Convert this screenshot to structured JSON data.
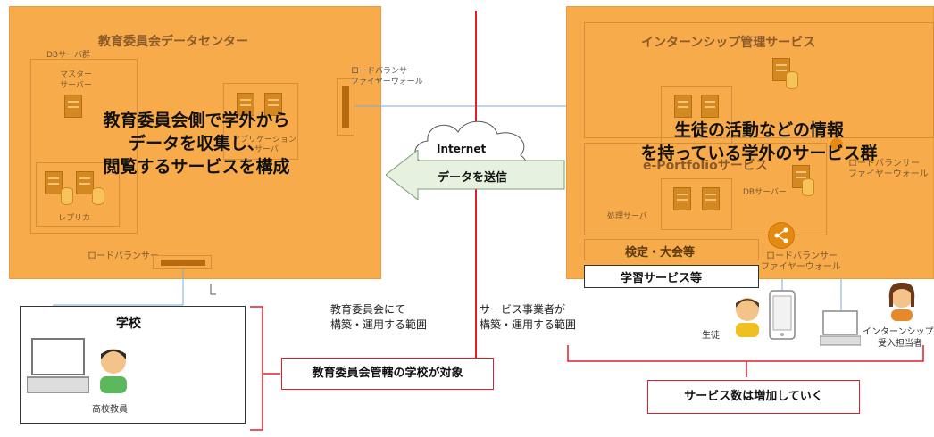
{
  "left_center": {
    "title": "教育委員会データセンター",
    "db_group": "DBサーバ群",
    "master_line1": "マスター",
    "master_line2": "サーバー",
    "replica": "レプリカ",
    "app_line1": "アプリケーション",
    "app_line2": "サーバ",
    "lb": "ロードバランサー",
    "overlay_line1": "教育委員会側で学外から",
    "overlay_line2": "データを収集し、",
    "overlay_line3": "閲覧するサービスを構成"
  },
  "gateway": {
    "line1": "ロードバランサー",
    "line2": "ファイヤーウォール"
  },
  "internet": {
    "label": "Internet",
    "arrow_text": "データを送信"
  },
  "right_services": {
    "title": "インターンシップ管理サービス",
    "eportfolio": "e-Portfolioサービス",
    "db_server": "DBサーバー",
    "proc_server": "処理サーバ",
    "lb_fw_line1": "ロードバランサー",
    "lb_fw_line2": "ファイヤーウォール",
    "lb_fw2_line1": "ロードバランサー",
    "lb_fw2_line2": "ファイヤーウォール",
    "exam": "検定・大会等",
    "study": "学習サービス等",
    "overlay_line1": "生徒の活動などの情報",
    "overlay_line2": "を持っている学外のサービス群"
  },
  "scope": {
    "board_line1": "教育委員会にて",
    "board_line2": "構築・運用する範囲",
    "vendor_line1": "サービス事業者が",
    "vendor_line2": "構築・運用する範囲"
  },
  "school": {
    "title": "学校",
    "teacher": "高校教員",
    "target": "教育委員会管轄の学校が対象"
  },
  "people": {
    "student": "生徒",
    "intern_line1": "インターンシップ",
    "intern_line2": "受入担当者"
  },
  "services_growth": "サービス数は増加していく",
  "colors": {
    "zone": "#f8ab4a",
    "red": "#e01e2b",
    "arrow": "#e6f1e0",
    "line": "#7ea7d8"
  }
}
